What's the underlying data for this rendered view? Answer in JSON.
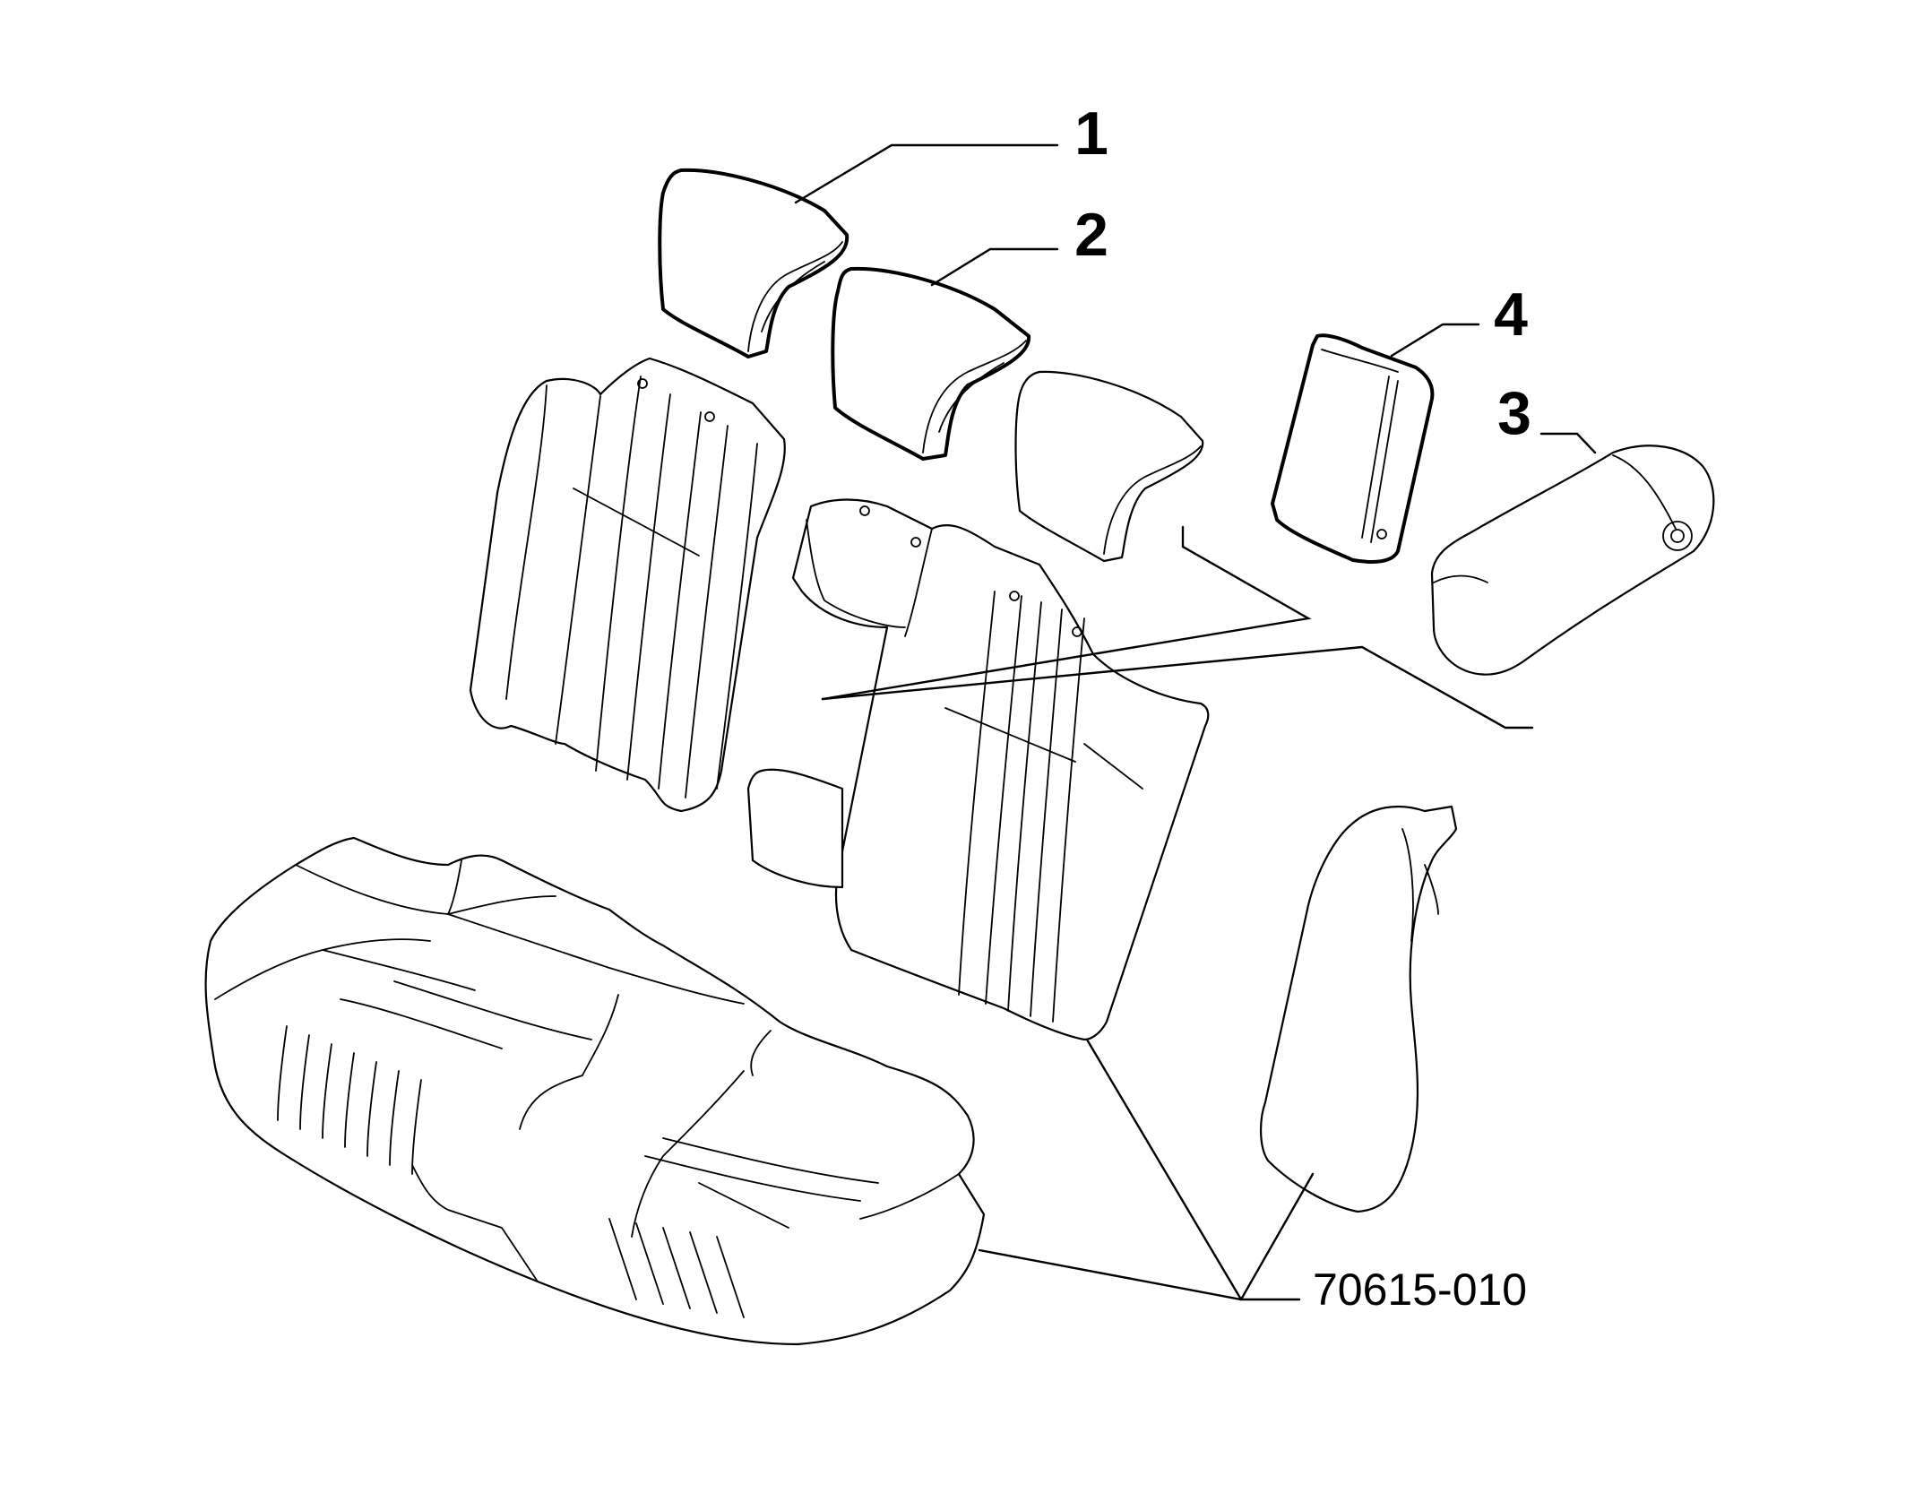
{
  "callouts": {
    "c1": "1",
    "c2": "2",
    "c3": "3",
    "c4": "4"
  },
  "reference_code": "70615-010",
  "colors": {
    "line": "#000000",
    "background": "#ffffff"
  }
}
